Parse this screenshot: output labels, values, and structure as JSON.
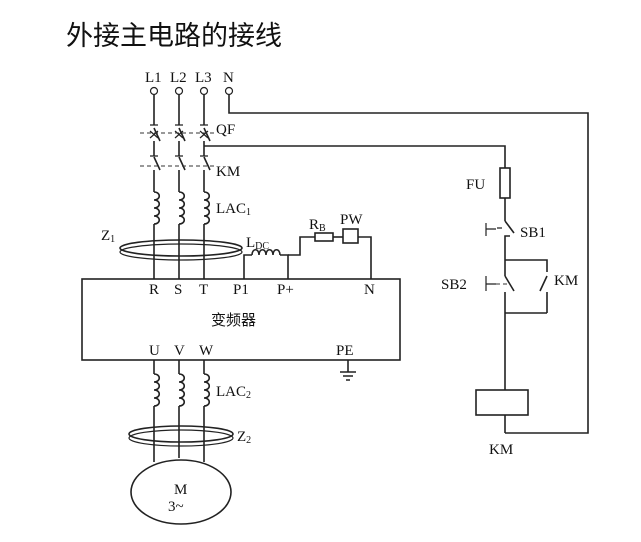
{
  "title": "外接主电路的接线",
  "labels": {
    "L1": "L1",
    "L2": "L2",
    "L3": "L3",
    "N_top": "N",
    "QF": "QF",
    "KM_contact": "KM",
    "Lac1_main": "LAC",
    "Lac1_sub": "1",
    "Z1_main": "Z",
    "Z1_sub": "1",
    "Ldc_main": "L",
    "Ldc_sub": "DC",
    "Rb_main": "R",
    "Rb_sub": "B",
    "PW": "PW",
    "R": "R",
    "S": "S",
    "T": "T",
    "P1": "P1",
    "Pplus": "P+",
    "N_inv": "N",
    "inverter": "变频器",
    "U": "U",
    "V": "V",
    "W": "W",
    "PE": "PE",
    "Lac2_main": "LAC",
    "Lac2_sub": "2",
    "Z2_main": "Z",
    "Z2_sub": "2",
    "motor_M": "M",
    "motor_phase": "3~",
    "FU": "FU",
    "SB1": "SB1",
    "SB2": "SB2",
    "KM_aux": "KM",
    "KM_coil": "KM"
  }
}
